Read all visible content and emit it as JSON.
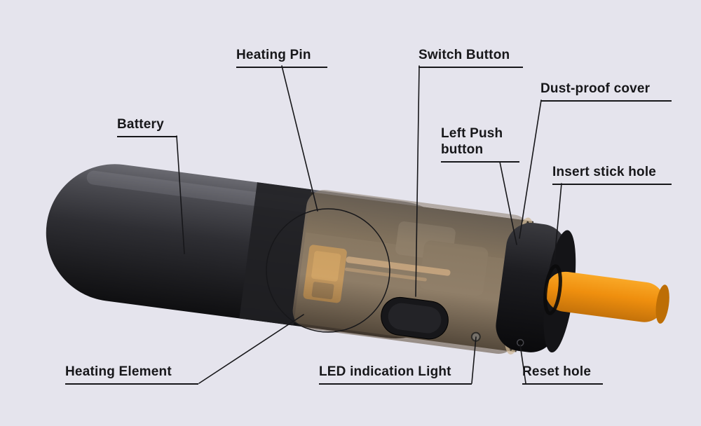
{
  "diagram": {
    "labels": {
      "heating_pin": "Heating Pin",
      "switch_button": "Switch Button",
      "dust_proof_cover": "Dust-proof cover",
      "battery": "Battery",
      "left_push_button": "Left Push button",
      "insert_stick_hole": "Insert stick hole",
      "heating_element": "Heating Element",
      "led_indication_light": "LED indication Light",
      "reset_hole": "Reset hole"
    },
    "colors": {
      "background": "#e5e4ed",
      "label_text": "#17171a",
      "leader_line": "#17171a",
      "device_body": "#3a3a3f",
      "translucent_cover": "#c4a987",
      "tobacco_stick": "#ef8f0e"
    }
  }
}
